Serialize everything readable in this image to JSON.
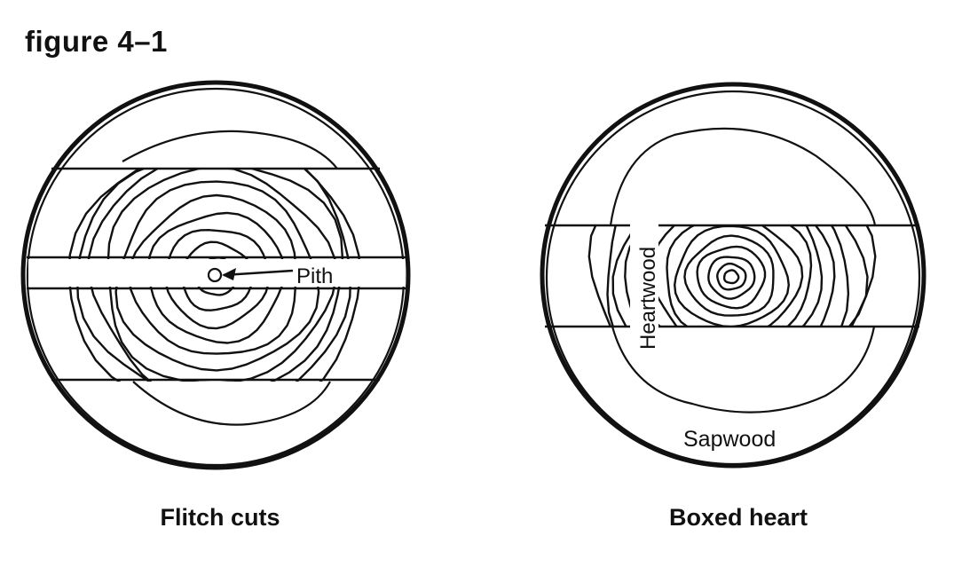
{
  "figure_title": "figure 4–1",
  "left_diagram": {
    "caption": "Flitch cuts",
    "pith_label": "Pith"
  },
  "right_diagram": {
    "caption": "Boxed heart",
    "heartwood_label": "Heartwood",
    "sapwood_label": "Sapwood"
  }
}
